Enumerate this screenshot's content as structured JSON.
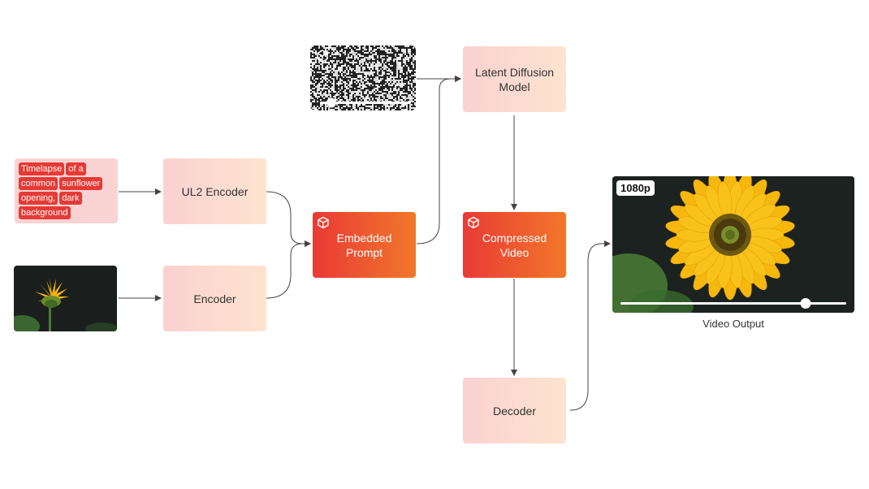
{
  "prompt_tokens": [
    "Timelapse",
    "of a",
    "common",
    "sunflower",
    "opening,",
    "dark",
    "background"
  ],
  "nodes": {
    "ul2_encoder": "UL2 Encoder",
    "encoder": "Encoder",
    "embedded_prompt": "Embedded Prompt",
    "latent_diffusion": "Latent Diffusion Model",
    "compressed_video": "Compressed Video",
    "decoder": "Decoder"
  },
  "video": {
    "resolution_badge": "1080p",
    "caption": "Video Output",
    "progress": 0.82
  },
  "icons": {
    "node_icon": "cube-icon"
  },
  "colors": {
    "light_box_start": "#fbd1d0",
    "light_box_end": "#fde4cf",
    "hot_box_start": "#e93a36",
    "hot_box_end": "#f2772a",
    "token": "#e53a35",
    "wire": "#444444"
  }
}
